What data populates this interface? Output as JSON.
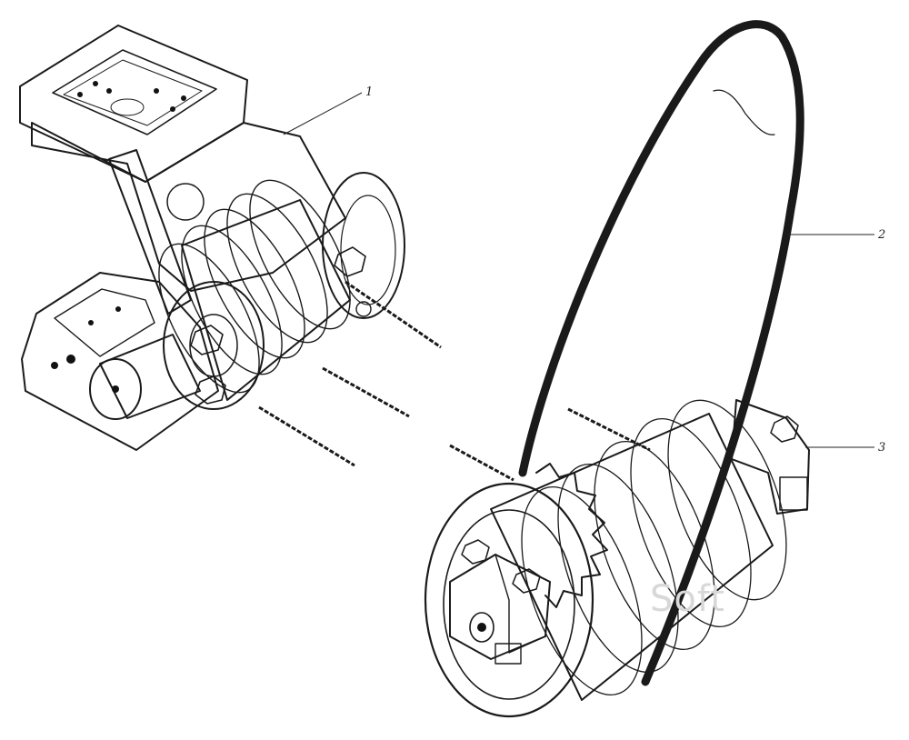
{
  "callouts": [
    {
      "id": "1",
      "label": "1"
    },
    {
      "id": "2",
      "label": "2"
    },
    {
      "id": "3",
      "label": "3"
    }
  ],
  "watermark": {
    "text": "Soft"
  },
  "colors": {
    "ink": "#1a1a1a",
    "shade": "#8a8a8a",
    "paper": "#ffffff",
    "watermark": "#d8d8d8"
  }
}
